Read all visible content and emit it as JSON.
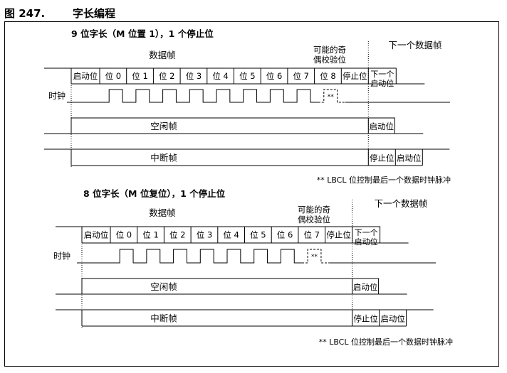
{
  "figure": {
    "number": "图 247.",
    "title": "字长编程"
  },
  "diagrams": [
    {
      "heading": "9 位字长（M 位置 1），1 个停止位",
      "data_frame_label": "数据帧",
      "parity_label": [
        "可能的奇",
        "偶校验位"
      ],
      "next_frame_label": "下一个数据帧",
      "start_bit": "启动位",
      "bits": [
        "位 0",
        "位 1",
        "位 2",
        "位 3",
        "位 4",
        "位 5",
        "位 6",
        "位 7",
        "位 8"
      ],
      "stop_bit": "停止位",
      "next_start": [
        "下一个",
        "启动位"
      ],
      "clock_label": "时钟",
      "clock_marker": "**",
      "idle_frame": "空闲帧",
      "idle_start": "启动位",
      "break_frame": "中断帧",
      "break_stop": "停止位",
      "break_start": "启动位",
      "footnote": "** LBCL 位控制最后一个数据时钟脉冲"
    },
    {
      "heading": "8 位字长（M 位复位），1 个停止位",
      "data_frame_label": "数据帧",
      "parity_label": [
        "可能的奇",
        "偶校验位"
      ],
      "next_frame_label": "下一个数据帧",
      "start_bit": "启动位",
      "bits": [
        "位 0",
        "位 1",
        "位 2",
        "位 3",
        "位 4",
        "位 5",
        "位 6",
        "位 7"
      ],
      "stop_bit": "停止位",
      "next_start": [
        "下一个",
        "启动位"
      ],
      "clock_label": "时钟",
      "clock_marker": "**",
      "idle_frame": "空闲帧",
      "idle_start": "启动位",
      "break_frame": "中断帧",
      "break_stop": "停止位",
      "break_start": "启动位",
      "footnote": "** LBCL 位控制最后一个数据时钟脉冲"
    }
  ]
}
